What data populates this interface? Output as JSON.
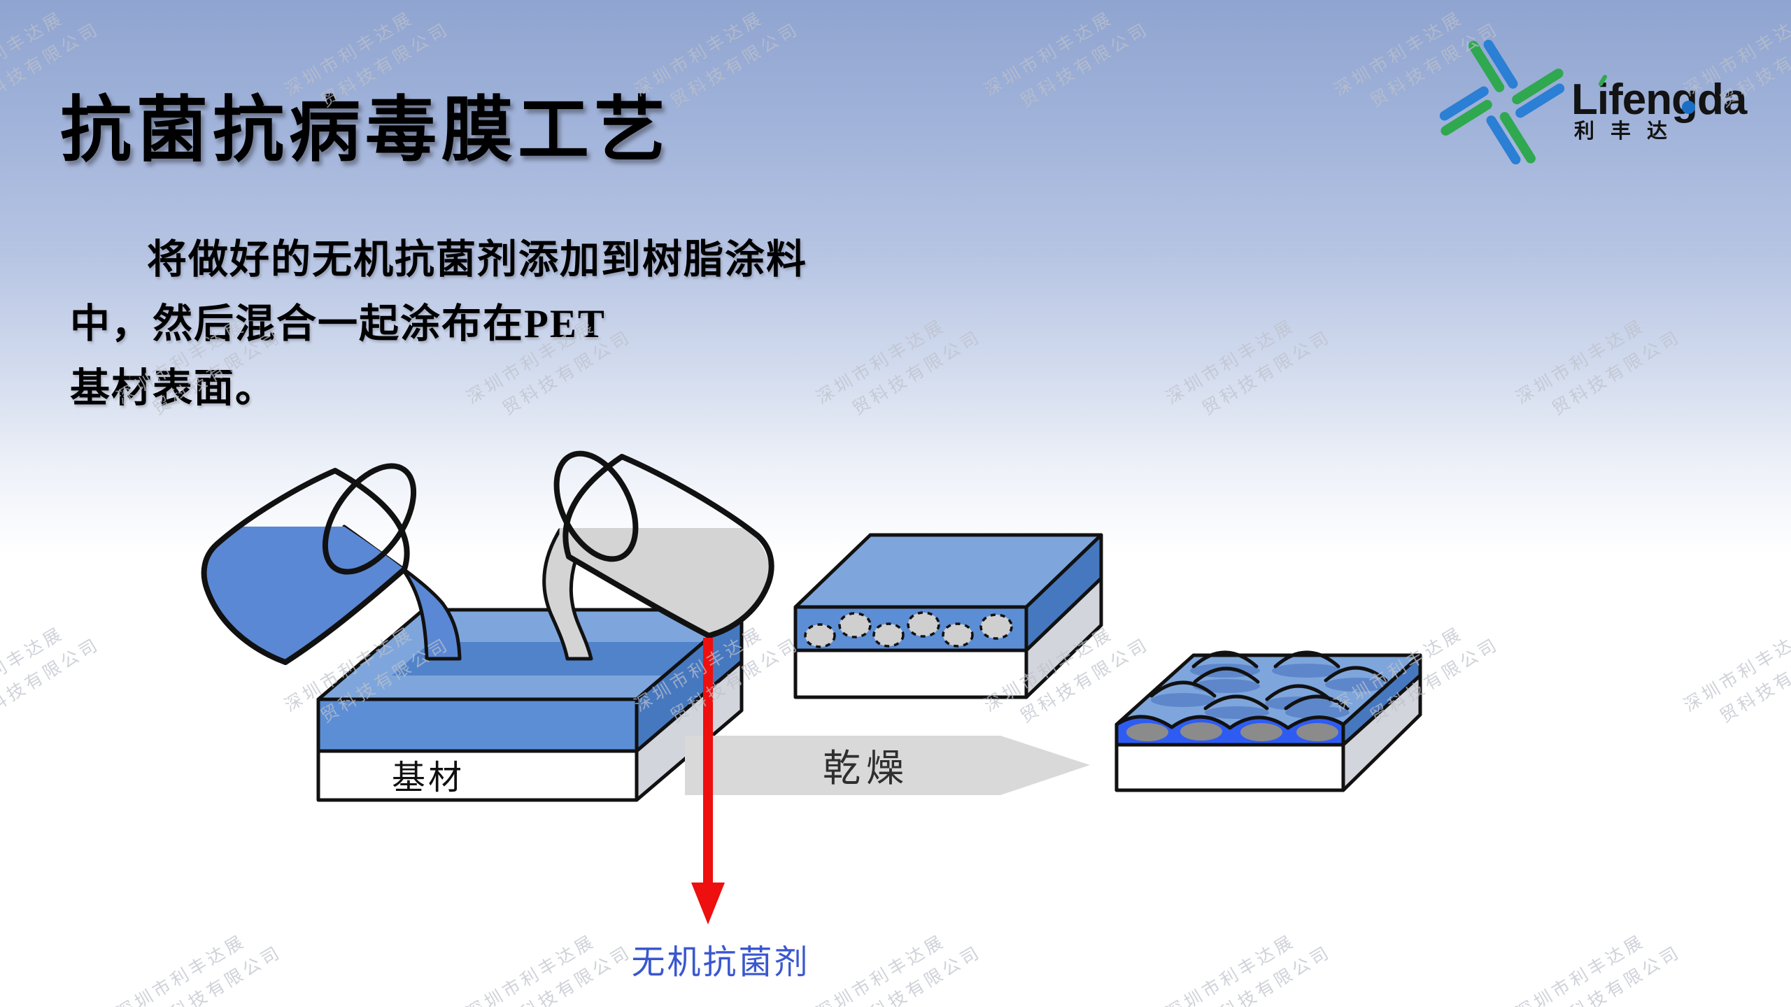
{
  "slide": {
    "title": "抗菌抗病毒膜工艺"
  },
  "body_text": {
    "line1": "将做好的无机抗菌剂添加到树脂涂料",
    "line2": "中，然后混合一起涂布在PET",
    "line3": "基材表面。"
  },
  "logo": {
    "wordmark": "Lifengda",
    "cjk": "利丰达",
    "green": "#2fa84f",
    "blue": "#2b7fd4"
  },
  "diagram": {
    "substrate_label": "基材",
    "drying_label": "乾燥",
    "agent_label": "无机抗菌剂",
    "colors": {
      "coating_front_blue": "#5c8ed6",
      "coating_top_blue": "#7ea6dc",
      "coating_side_blue": "#4678c0",
      "puddle_blue": "#5083ca",
      "liquid_blue": "#5b88d4",
      "liquid_gray": "#d4d4d4",
      "cured_front_blue": "#2e5cf2",
      "bump_shadow_blue": "#5d87ca",
      "particle_dashed_gray": "#cfcfcf",
      "particle_solid_gray": "#8b8b8b",
      "substrate_white": "#ffffff",
      "side_gray": "#d2d5db",
      "drying_arrow_gray": "#d9d9d9",
      "pointer_red": "#ee0f0f",
      "agent_label_blue": "#3a57cf"
    }
  },
  "watermark": {
    "line1": "深圳市利丰达展",
    "line2": "贸科技有限公司"
  }
}
